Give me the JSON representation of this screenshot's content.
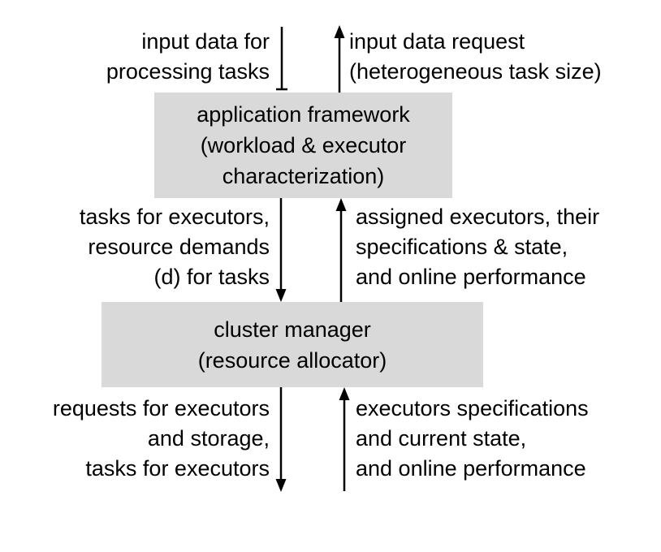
{
  "diagram": {
    "title": "application framework and cluster manager data flow diagram",
    "colors": {
      "background": "#ffffff",
      "ink": "#000000",
      "box_fill": "#d9d9d9"
    },
    "boxes": {
      "application_framework": {
        "lines": [
          "application framework",
          "(workload & executor",
          "characterization)"
        ]
      },
      "cluster_manager": {
        "lines": [
          "cluster manager",
          "(resource allocator)"
        ]
      }
    },
    "flow_labels": {
      "top_left": {
        "direction": "down",
        "lines": [
          "input data for",
          "processing tasks"
        ]
      },
      "top_right": {
        "direction": "up",
        "lines": [
          "input data request",
          "(heterogeneous task size)"
        ]
      },
      "mid_left": {
        "direction": "down",
        "lines": [
          "tasks for executors,",
          "resource demands",
          "(d) for tasks"
        ]
      },
      "mid_right": {
        "direction": "up",
        "lines": [
          "assigned executors, their",
          "specifications & state,",
          "and online performance"
        ]
      },
      "bottom_left": {
        "direction": "down",
        "lines": [
          "requests for executors",
          "and storage,",
          "tasks for executors"
        ]
      },
      "bottom_right": {
        "direction": "up",
        "lines": [
          "executors specifications",
          "and current state,",
          "and online performance"
        ]
      }
    },
    "arrows": [
      {
        "id": "top-left-flow-line",
        "direction": "down",
        "terminator": "bar"
      },
      {
        "id": "top-right-up-arrow",
        "direction": "up",
        "terminator": "arrowhead"
      },
      {
        "id": "mid-left-down-arrow",
        "direction": "down",
        "terminator": "arrowhead"
      },
      {
        "id": "mid-right-up-arrow",
        "direction": "up",
        "terminator": "arrowhead"
      },
      {
        "id": "bottom-left-down-arrow",
        "direction": "down",
        "terminator": "arrowhead"
      },
      {
        "id": "bottom-right-up-arrow",
        "direction": "up",
        "terminator": "arrowhead"
      }
    ]
  }
}
